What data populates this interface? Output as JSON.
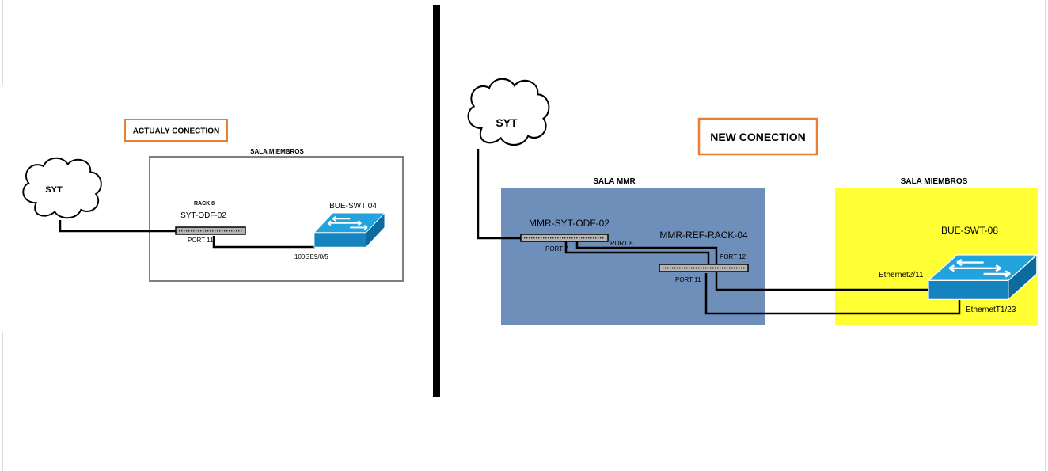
{
  "left": {
    "title": "ACTUALY CONECTION",
    "room_label": "SALA MIEMBROS",
    "cloud_label": "SYT",
    "rack_label": "RACK 8",
    "odf_label": "SYT-ODF-02",
    "odf_port": "PORT 11",
    "switch_label": "BUE-SWT 04",
    "switch_port": "100GE9/0/5"
  },
  "right": {
    "title": "NEW CONECTION",
    "cloud_label": "SYT",
    "mmr_room_label": "SALA MMR",
    "members_room_label": "SALA MIEMBROS",
    "odf_label": "MMR-SYT-ODF-02",
    "odf_port_a": "PORT 7",
    "odf_port_b": "PORT 8",
    "rack_label": "MMR-REF-RACK-04",
    "rack_port_a": "PORT 12",
    "rack_port_b": "PORT 11",
    "switch_label": "BUE-SWT-08",
    "switch_port_a": "Ethernet2/11",
    "switch_port_b": "EthernetT1/23"
  },
  "colors": {
    "title_border": "#ed7d31",
    "mmr_room_fill": "#6f8fbb",
    "members_room_fill": "#ffff33",
    "divider": "#000000",
    "switch_blue": "#1a8fcf"
  }
}
